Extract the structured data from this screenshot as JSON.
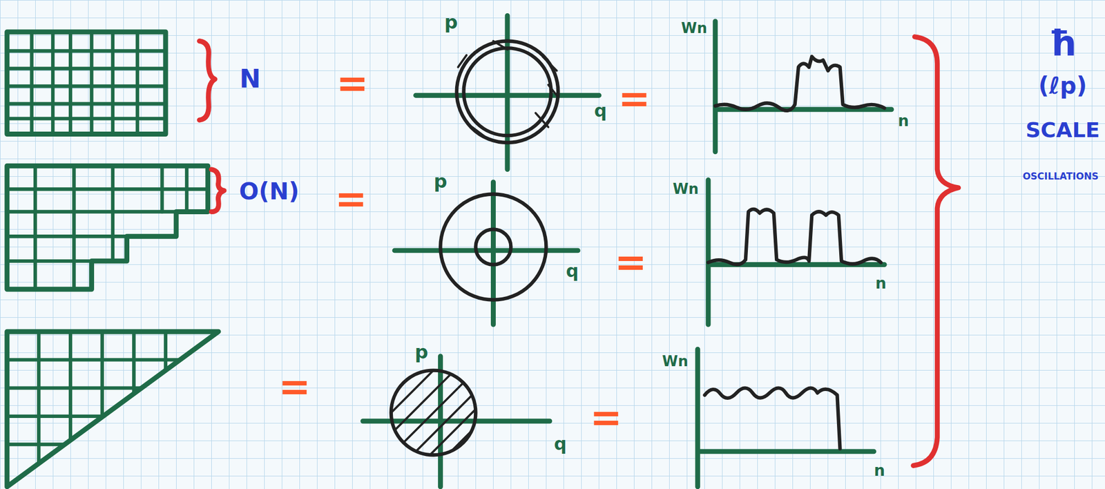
{
  "diagram": {
    "labels": [
      "N",
      "=",
      "p",
      "q",
      "=",
      "Wn",
      "n",
      "O(N)",
      "=",
      "p",
      "q",
      "=",
      "Wn",
      "n",
      "=",
      "p",
      "q",
      "=",
      "Wn",
      "n",
      "ħ",
      "(ℓp)",
      "SCALE",
      "OSCILLATIONS"
    ]
  }
}
